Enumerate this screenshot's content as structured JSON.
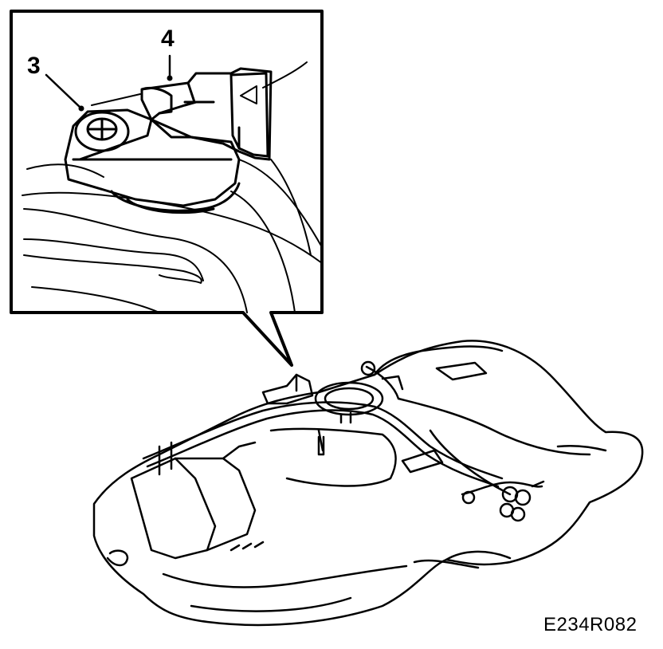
{
  "callouts": {
    "item_3": "3",
    "item_4": "4"
  },
  "figure": {
    "id": "E234R082"
  },
  "colors": {
    "line": "#000000",
    "background": "#ffffff"
  }
}
